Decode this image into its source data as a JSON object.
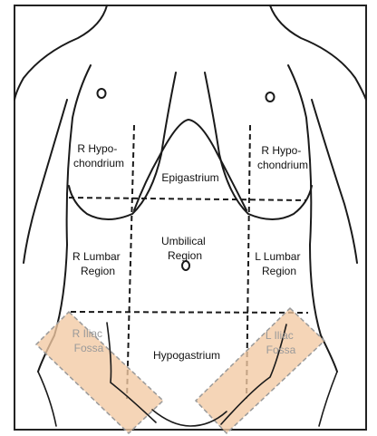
{
  "regions": {
    "r_hypochondrium": [
      "R Hypo-",
      "chondrium"
    ],
    "l_hypochondrium": [
      "R Hypo-",
      "chondrium"
    ],
    "epigastrium": "Epigastrium",
    "umbilical": [
      "Umbilical",
      "Region"
    ],
    "r_lumbar": [
      "R Lumbar",
      "Region"
    ],
    "l_lumbar": [
      "L Lumbar",
      "Region"
    ],
    "hypogastrium": "Hypogastrium",
    "r_iliac_fossa": [
      "R Iliac",
      "Fossa"
    ],
    "l_iliac_fossa": [
      "L Iliac",
      "Fossa"
    ]
  },
  "colors": {
    "fossa_fill": "#f2c9a3",
    "fossa_stroke": "#9a9a9a",
    "line": "#1a1a1a",
    "frame": "#222222"
  }
}
